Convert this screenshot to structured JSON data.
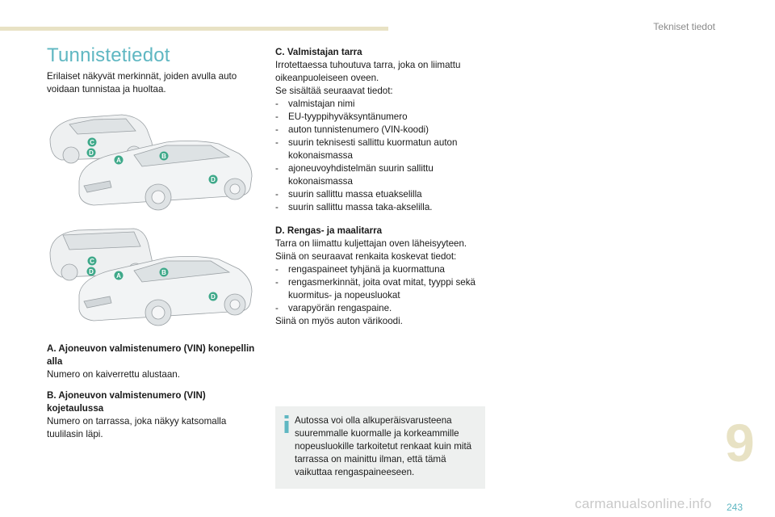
{
  "header": {
    "section": "Tekniset tiedot"
  },
  "title": "Tunnistetiedot",
  "intro": "Erilaiset näkyvät merkinnät, joiden avulla auto voidaan tunnistaa ja huoltaa.",
  "diagram_labels": {
    "a": "A",
    "b": "B",
    "c": "C",
    "d": "D"
  },
  "blockA": {
    "heading": "A. Ajoneuvon valmistenumero (VIN) konepellin alla",
    "text": "Numero on kaiverrettu alustaan."
  },
  "blockB": {
    "heading": "B. Ajoneuvon valmistenumero (VIN) kojetaulussa",
    "text": "Numero on tarrassa, joka näkyy katsomalla tuulilasin läpi."
  },
  "blockC": {
    "heading": "C. Valmistajan tarra",
    "text1": "Irrotettaessa tuhoutuva tarra, joka on liimattu oikeanpuoleiseen oveen.",
    "text2": "Se sisältää seuraavat tiedot:",
    "items": [
      "valmistajan nimi",
      "EU-tyyppihyväksyntänumero",
      "auton tunnistenumero (VIN-koodi)",
      "suurin teknisesti sallittu kuormatun auton kokonaismassa",
      "ajoneuvoyhdistelmän suurin sallittu kokonaismassa",
      "suurin sallittu massa etuakselilla",
      "suurin sallittu massa taka-akselilla."
    ]
  },
  "blockD": {
    "heading": "D. Rengas- ja maalitarra",
    "text1": "Tarra on liimattu kuljettajan oven läheisyyteen.",
    "text2": "Siinä on seuraavat renkaita koskevat tiedot:",
    "items": [
      "rengaspaineet tyhjänä ja kuormattuna",
      "rengasmerkinnät, joita ovat mitat, tyyppi sekä kuormitus- ja nopeusluokat",
      "varapyörän rengaspaine."
    ],
    "text3": "Siinä on myös auton värikoodi."
  },
  "note": {
    "icon": "info-icon",
    "text": "Autossa voi olla alkuperäisvarusteena suuremmalle kuormalle ja korkeammille nopeusluokille tarkoitetut renkaat kuin mitä tarrassa on mainittu ilman, että tämä vaikuttaa rengaspaineeseen."
  },
  "chapter_number": "9",
  "page_number": "243",
  "watermark": "carmanualsonline.info",
  "colors": {
    "accent": "#5fb7c2",
    "label": "#3fa98a",
    "tab": "#e8e2c4",
    "note_bg": "#eef0ef"
  }
}
